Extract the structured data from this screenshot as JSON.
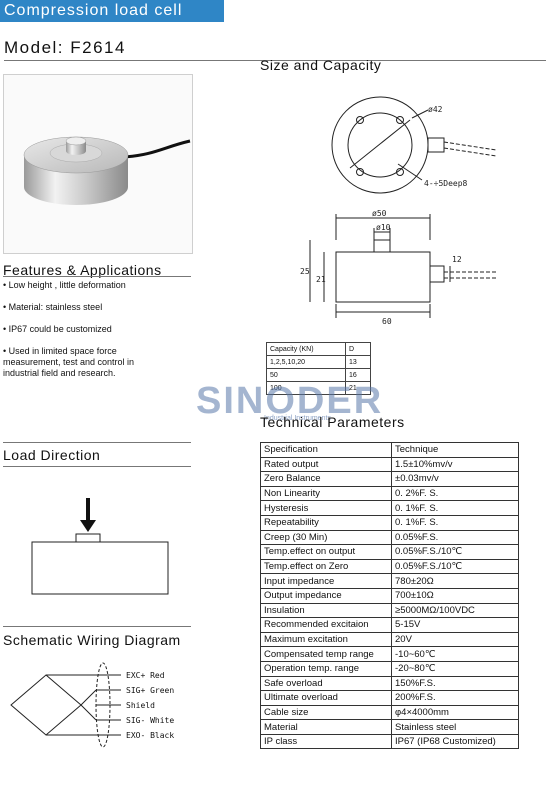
{
  "header": {
    "title": "Compression  load cell"
  },
  "model": {
    "label": "Model: F2614"
  },
  "size_capacity": {
    "title": "Size and Capacity"
  },
  "drawings": {
    "phi42": "ø42",
    "holes": "4-÷5Deep8",
    "phi50": "ø50",
    "phi10": "ø10",
    "dim25": "25",
    "dim21": "21",
    "dim12": "12",
    "dim60": "60"
  },
  "capacity_table": {
    "headers": [
      "Capacity (KN)",
      "D"
    ],
    "rows": [
      [
        "1,2,5,10,20",
        "13"
      ],
      [
        "50",
        "16"
      ],
      [
        "100",
        "21"
      ]
    ]
  },
  "features": {
    "title": "Features & Applications",
    "items": [
      "• Low height , little deformation",
      "• Material: stainless steel",
      "• IP67 could be customized",
      "• Used in limited space force measurement,  test and control in industrial field and research."
    ]
  },
  "watermark": {
    "brand": "SINODER",
    "sub": "Industrial Instruments"
  },
  "tech": {
    "title": "Technical Parameters",
    "rows": [
      [
        "Specification",
        "Technique"
      ],
      [
        "Rated output",
        "1.5±10%mv/v"
      ],
      [
        "Zero Balance",
        "±0.03mv/v"
      ],
      [
        "Non Linearity",
        "0. 2%F. S."
      ],
      [
        "Hysteresis",
        "0. 1%F. S."
      ],
      [
        "Repeatability",
        "0. 1%F. S."
      ],
      [
        "Creep (30 Min)",
        "0.05%F.S."
      ],
      [
        "Temp.effect on output",
        "0.05%F.S./10℃"
      ],
      [
        "Temp.effect on Zero",
        "0.05%F.S./10℃"
      ],
      [
        "Input impedance",
        "780±20Ω"
      ],
      [
        "Output impedance",
        "700±10Ω"
      ],
      [
        "Insulation",
        "≥5000MΩ/100VDC"
      ],
      [
        "Recommended excitaion",
        "5-15V"
      ],
      [
        "Maximum excitation",
        "20V"
      ],
      [
        "Compensated temp range",
        "-10~60℃"
      ],
      [
        "Operation temp. range",
        "-20~80℃"
      ],
      [
        "Safe overload",
        "150%F.S."
      ],
      [
        "Ultimate overload",
        "200%F.S."
      ],
      [
        "Cable size",
        "φ4×4000mm"
      ],
      [
        "Material",
        "Stainless steel"
      ],
      [
        "IP class",
        "IP67 (IP68 Customized)"
      ]
    ]
  },
  "load_direction": {
    "title": "Load Direction"
  },
  "wiring": {
    "title": "Schematic Wiring Diagram",
    "labels": [
      "EXC+ Red",
      "SIG+ Green",
      "Shield",
      "SIG- White",
      "EXO- Black"
    ]
  }
}
